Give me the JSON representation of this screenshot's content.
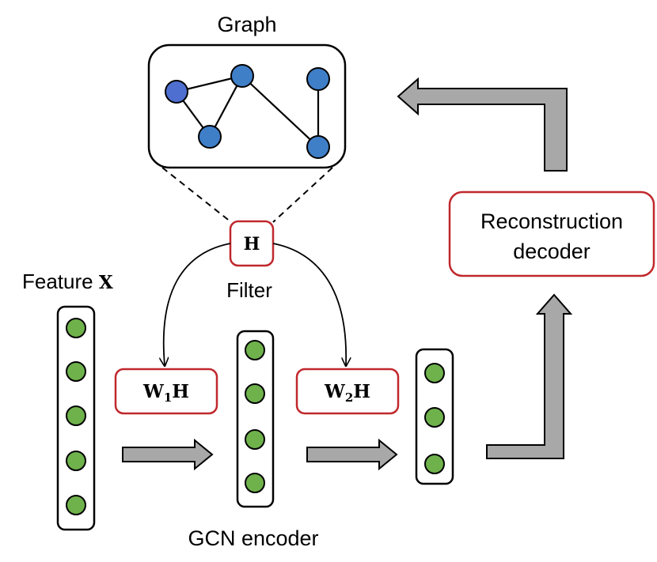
{
  "labels": {
    "graph": "Graph",
    "filter_symbol": "H",
    "filter": "Filter",
    "feature_prefix": "Feature ",
    "feature_symbol": "X",
    "layer1": {
      "w": "W",
      "sub": "1",
      "h": "H"
    },
    "layer2": {
      "w": "W",
      "sub": "2",
      "h": "H"
    },
    "encoder": "GCN encoder",
    "decoder_line1": "Reconstruction",
    "decoder_line2": "decoder"
  },
  "colors": {
    "node_purple": "#4f6fd0",
    "node_blue": "#3f7fc8",
    "feature_green": "#6fb24c",
    "red_box": "#c0282d",
    "arrow_gray": "#a8a8a8",
    "stroke": "#000000"
  },
  "icons": {
    "graph_node": "circle",
    "feature_unit": "green-circle",
    "flow_arrow": "block-arrow"
  }
}
